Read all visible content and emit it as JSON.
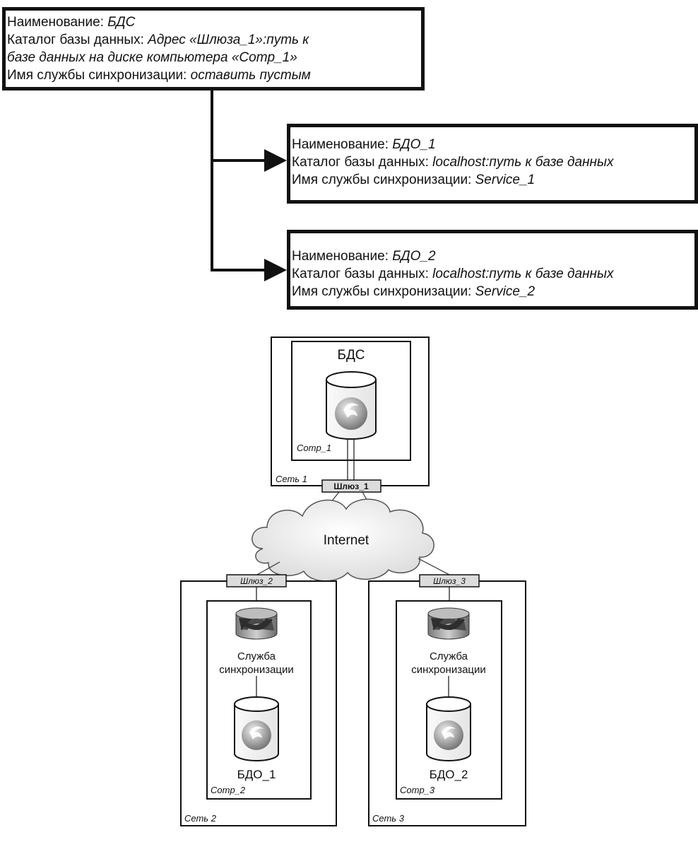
{
  "config_boxes": [
    {
      "id": "bds",
      "rows": [
        {
          "key": "Наименование: ",
          "value": "БДС"
        },
        {
          "key": "Каталог базы данных: ",
          "value": "Адрес «Шлюза_1»:путь к"
        },
        {
          "key": "",
          "value": "базе данных на диске компьютера «Comp_1»"
        },
        {
          "key": "Имя службы синхронизации: ",
          "value": "оставить пустым"
        }
      ]
    },
    {
      "id": "bdo1",
      "rows": [
        {
          "key": "Наименование: ",
          "value": "БДО_1"
        },
        {
          "key": "Каталог базы данных: ",
          "value": "localhost:путь к базе данных"
        },
        {
          "key": "Имя службы синхронизации: ",
          "value": "Service_1"
        }
      ]
    },
    {
      "id": "bdo2",
      "rows": [
        {
          "key": "Наименование: ",
          "value": "БДО_2"
        },
        {
          "key": "Каталог базы данных: ",
          "value": "localhost:путь к базе данных"
        },
        {
          "key": "Имя службы синхронизации: ",
          "value": "Service_2"
        }
      ]
    }
  ],
  "network": {
    "internet": "Internet",
    "net1": {
      "label": "Сеть 1",
      "gateway": "Шлюз_1",
      "computer": "Comp_1",
      "db_title": "БДС"
    },
    "net2": {
      "label": "Сеть 2",
      "gateway": "Шлюз_2",
      "computer": "Comp_2",
      "service_line1": "Служба",
      "service_line2": "синхронизации",
      "db_label": "БДО_1"
    },
    "net3": {
      "label": "Сеть 3",
      "gateway": "Шлюз_3",
      "computer": "Comp_3",
      "service_line1": "Служба",
      "service_line2": "синхронизации",
      "db_label": "БДО_2"
    }
  },
  "icons": {
    "database": "database-icon",
    "firebird": "firebird-logo-icon",
    "sync_service": "sync-service-icon",
    "cloud": "cloud-icon"
  }
}
